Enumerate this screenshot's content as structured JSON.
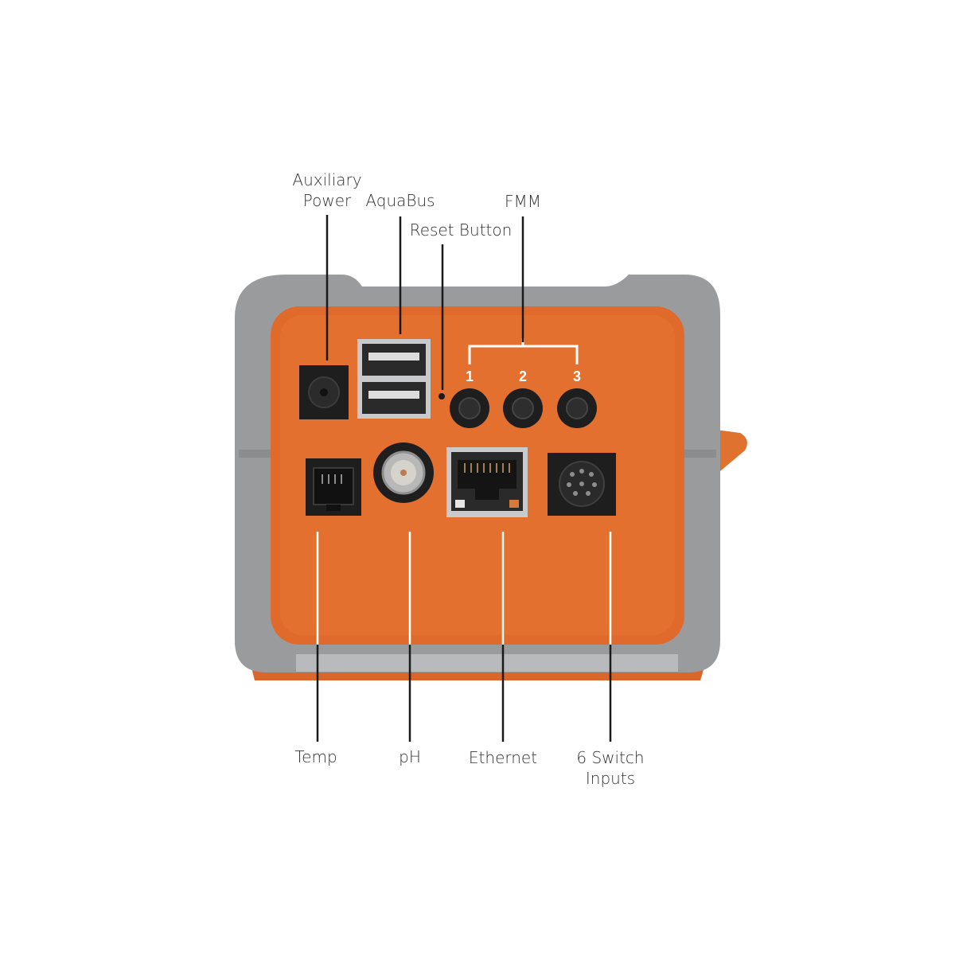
{
  "colors": {
    "housing_gray": "#9a9b9d",
    "panel_orange": "#df6a2c",
    "port_black": "#1e1e1e",
    "leader_line": "#1a1a1a",
    "label_text": "#333333"
  },
  "labels_top": {
    "auxiliary_power": [
      "Auxiliary",
      "Power"
    ],
    "aquabus": "AquaBus",
    "reset_button": "Reset Button",
    "fmm": "FMM"
  },
  "fmm_ports": [
    "1",
    "2",
    "3"
  ],
  "labels_bottom": {
    "temp": "Temp",
    "ph": "pH",
    "ethernet": "Ethernet",
    "switch_inputs": [
      "6 Switch",
      "Inputs"
    ]
  },
  "icons": [
    "dc-jack-icon",
    "dual-usb-icon",
    "reset-pinhole-icon",
    "fmm-port-icon",
    "rj11-jack-icon",
    "bnc-connector-icon",
    "rj45-jack-icon",
    "mini-din-icon"
  ]
}
